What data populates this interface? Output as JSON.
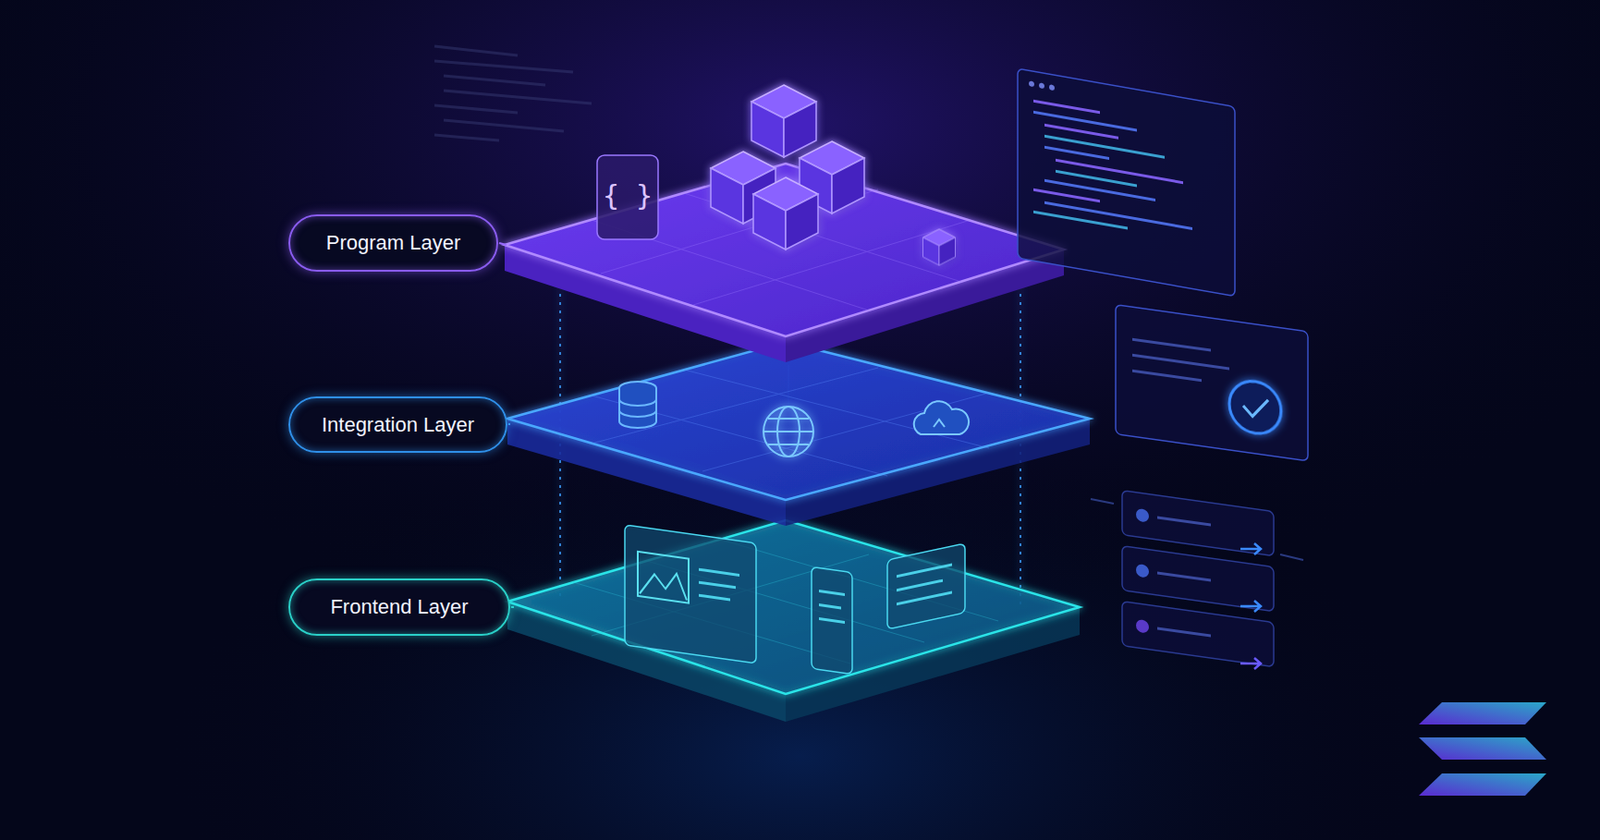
{
  "diagram": {
    "nodes": [
      {
        "text": [
          "Program Layer"
        ]
      },
      {
        "text": [
          "Integration Layer"
        ]
      },
      {
        "text": [
          "Frontend Layer"
        ]
      }
    ],
    "labels": [
      "{ }"
    ]
  }
}
